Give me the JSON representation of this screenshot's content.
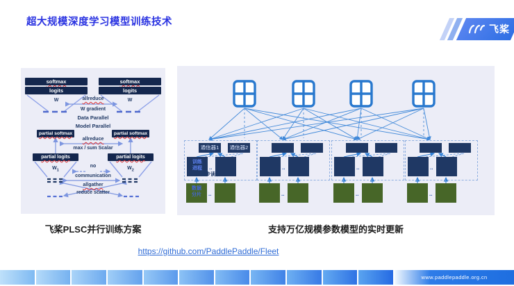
{
  "header": {
    "title": "超大规模深度学习模型训练技术",
    "logo_text": "飞桨"
  },
  "left_panel": {
    "caption": "飞桨PLSC并行训练方案",
    "softmax": "softmax",
    "logits": "logits",
    "w": "W",
    "w_sub1": "1",
    "w_sub2": "2",
    "allreduce": "allreduce",
    "w_gradient": "W gradient",
    "data_parallel": "Data Parallel",
    "model_parallel": "Model Parallel",
    "partial_softmax": "partial softmax",
    "partial_logits": "partial logits",
    "max_sum_scalar": "max / sum Scalar",
    "no": "no",
    "communication": "communication",
    "allgather": "allgather",
    "reduce_scatter": "reduce scatter"
  },
  "right_panel": {
    "caption": "支持万亿规模参数模型的实时更新",
    "communicator1": "通信器1",
    "communicator2": "通信器2",
    "trainer_process": "训练进程",
    "data_shard": "数据分片",
    "async_read": "异步读取",
    "ellipsis": ".."
  },
  "link": {
    "text": "https://github.com/PaddlePaddle/Fleet"
  },
  "footer": {
    "url_label": "www.paddlepaddle.org.cn"
  },
  "colors": {
    "accent_blue": "#2932E1",
    "panel_bg": "#ECEDF7",
    "navy_block": "#1F3864",
    "green_block": "#476628",
    "line_blue": "#2F7FD6"
  }
}
